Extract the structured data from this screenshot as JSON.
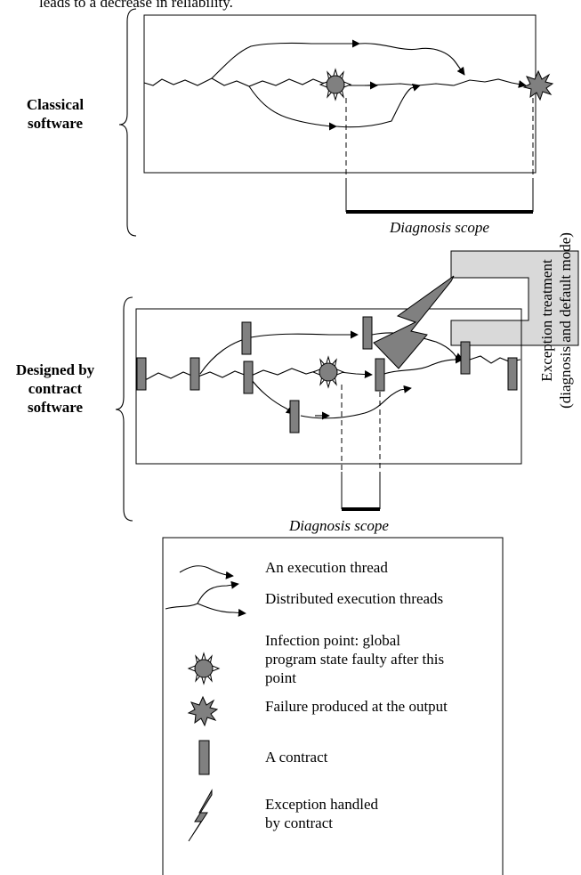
{
  "top_caption": "leads to a decrease in reliability.",
  "classical": {
    "label_line1": "Classical",
    "label_line2": "software",
    "scope_label": "Diagnosis scope"
  },
  "contract": {
    "label_line1": "Designed by",
    "label_line2": "contract",
    "label_line3": "software",
    "scope_label": "Diagnosis scope",
    "exception_line1": "Exception treatment",
    "exception_line2": "(diagnosis and default mode)"
  },
  "legend": {
    "items": [
      {
        "icon": "execution-thread-icon",
        "lines": [
          "An execution thread"
        ]
      },
      {
        "icon": "distributed-threads-icon",
        "lines": [
          "Distributed execution threads"
        ]
      },
      {
        "icon": "infection-point-icon",
        "lines": [
          "Infection point: global",
          "program state faulty after this",
          "point"
        ]
      },
      {
        "icon": "failure-icon",
        "lines": [
          "Failure produced at the output"
        ]
      },
      {
        "icon": "contract-icon",
        "lines": [
          "A contract"
        ]
      },
      {
        "icon": "lightning-icon",
        "lines": [
          "Exception handled",
          "by contract"
        ]
      }
    ]
  },
  "colors": {
    "shape_fill": "#808080",
    "panel_fill": "#d9d9d9",
    "line": "#000000"
  }
}
